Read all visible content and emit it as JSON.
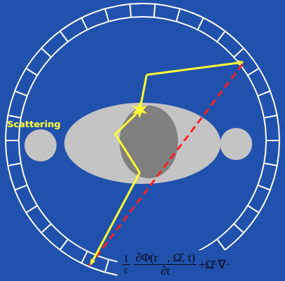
{
  "diagram": {
    "labels": [
      "Scattering",
      "1",
      "c",
      "∂Φ(r⃗, Ω̂, t)",
      "∂t",
      "+Ω̂·∇·"
    ]
  }
}
